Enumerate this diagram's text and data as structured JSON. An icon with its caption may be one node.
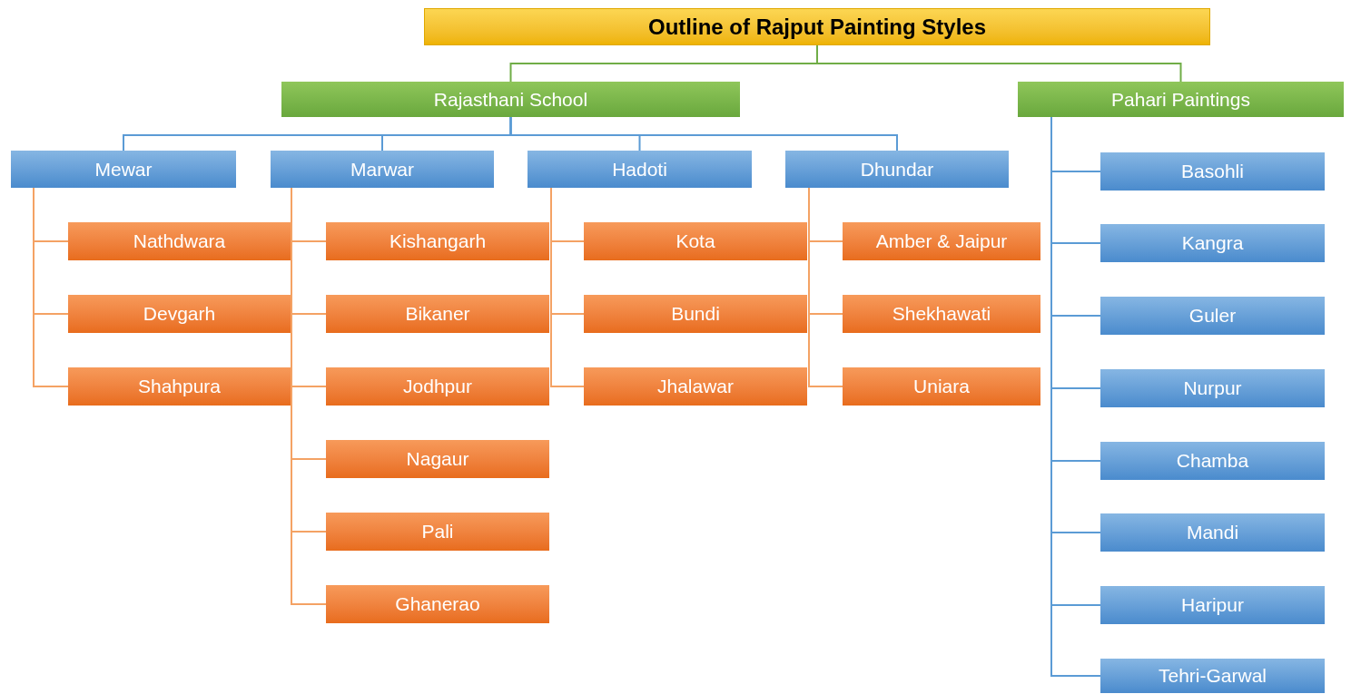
{
  "diagram": {
    "nodes": [
      {
        "text": [
          "Outline of Rajput  Painting Styles"
        ]
      },
      {
        "text": [
          "Rajasthani School"
        ]
      },
      {
        "text": [
          "Pahari Paintings"
        ]
      },
      {
        "text": [
          "Mewar"
        ]
      },
      {
        "text": [
          "Marwar"
        ]
      },
      {
        "text": [
          "Hadoti"
        ]
      },
      {
        "text": [
          "Dhundar"
        ]
      },
      {
        "text": [
          "Nathdwara"
        ]
      },
      {
        "text": [
          "Devgarh"
        ]
      },
      {
        "text": [
          "Shahpura"
        ]
      },
      {
        "text": [
          "Kishangarh"
        ]
      },
      {
        "text": [
          "Bikaner"
        ]
      },
      {
        "text": [
          "Jodhpur"
        ]
      },
      {
        "text": [
          "Nagaur"
        ]
      },
      {
        "text": [
          "Pali"
        ]
      },
      {
        "text": [
          "Ghanerao"
        ]
      },
      {
        "text": [
          "Kota"
        ]
      },
      {
        "text": [
          "Bundi"
        ]
      },
      {
        "text": [
          "Jhalawar"
        ]
      },
      {
        "text": [
          "Amber & Jaipur"
        ]
      },
      {
        "text": [
          "Shekhawati"
        ]
      },
      {
        "text": [
          "Uniara"
        ]
      },
      {
        "text": [
          "Basohli"
        ]
      },
      {
        "text": [
          "Kangra"
        ]
      },
      {
        "text": [
          "Guler"
        ]
      },
      {
        "text": [
          "Nurpur"
        ]
      },
      {
        "text": [
          "Chamba"
        ]
      },
      {
        "text": [
          "Mandi"
        ]
      },
      {
        "text": [
          "Haripur"
        ]
      },
      {
        "text": [
          "Tehri-Garwal"
        ]
      }
    ],
    "edges": [
      {
        "from": 0,
        "to": 1,
        "arrow": "none",
        "color": "#70ad47"
      },
      {
        "from": 0,
        "to": 2,
        "arrow": "none",
        "color": "#70ad47"
      },
      {
        "from": 1,
        "to": 3,
        "arrow": "none",
        "color": "#5b9bd5"
      },
      {
        "from": 1,
        "to": 4,
        "arrow": "none",
        "color": "#5b9bd5"
      },
      {
        "from": 1,
        "to": 5,
        "arrow": "none",
        "color": "#5b9bd5"
      },
      {
        "from": 1,
        "to": 6,
        "arrow": "none",
        "color": "#5b9bd5"
      },
      {
        "from": 3,
        "to": 7,
        "arrow": "none"
      },
      {
        "from": 3,
        "to": 8,
        "arrow": "none"
      },
      {
        "from": 3,
        "to": 9,
        "arrow": "none"
      },
      {
        "from": 4,
        "to": 10,
        "arrow": "none"
      },
      {
        "from": 4,
        "to": 11,
        "arrow": "none"
      },
      {
        "from": 4,
        "to": 12,
        "arrow": "none"
      },
      {
        "from": 4,
        "to": 13,
        "arrow": "none"
      },
      {
        "from": 4,
        "to": 14,
        "arrow": "none"
      },
      {
        "from": 4,
        "to": 15,
        "arrow": "none"
      },
      {
        "from": 5,
        "to": 16,
        "arrow": "none"
      },
      {
        "from": 5,
        "to": 17,
        "arrow": "none"
      },
      {
        "from": 5,
        "to": 18,
        "arrow": "none"
      },
      {
        "from": 6,
        "to": 19,
        "arrow": "none"
      },
      {
        "from": 6,
        "to": 20,
        "arrow": "none"
      },
      {
        "from": 6,
        "to": 21,
        "arrow": "none"
      },
      {
        "from": 2,
        "to": 22,
        "arrow": "none",
        "color": "#5b9bd5"
      },
      {
        "from": 2,
        "to": 23,
        "arrow": "none",
        "color": "#5b9bd5"
      },
      {
        "from": 2,
        "to": 24,
        "arrow": "none",
        "color": "#5b9bd5"
      },
      {
        "from": 2,
        "to": 25,
        "arrow": "none",
        "color": "#5b9bd5"
      },
      {
        "from": 2,
        "to": 26,
        "arrow": "none",
        "color": "#5b9bd5"
      },
      {
        "from": 2,
        "to": 27,
        "arrow": "none",
        "color": "#5b9bd5"
      },
      {
        "from": 2,
        "to": 28,
        "arrow": "none",
        "color": "#5b9bd5"
      },
      {
        "from": 2,
        "to": 29,
        "arrow": "none",
        "color": "#5b9bd5"
      }
    ]
  }
}
